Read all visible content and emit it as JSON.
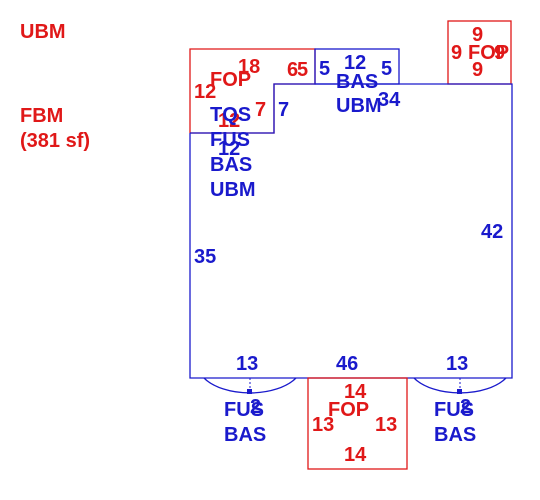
{
  "legend": {
    "ubm": "UBM",
    "fbm": "FBM",
    "fbm_area": "(381 sf)"
  },
  "main": {
    "dim_left": "35",
    "dim_right": "42",
    "dim_bottom_left": "13",
    "dim_bottom_mid": "46",
    "dim_bottom_right": "13",
    "dim_step_top": "34",
    "dim_step_left": "7",
    "codes": [
      "TQS",
      "FUS",
      "BAS",
      "UBM"
    ],
    "overlap_12": "12"
  },
  "fop_top_left": {
    "label": "FOP",
    "top": "18",
    "left": "12",
    "bottom": "12",
    "right_top": "6",
    "right_bottom": "7"
  },
  "bas_top": {
    "label1": "BAS",
    "label2": "UBM",
    "top": "12",
    "left": "5",
    "right": "5",
    "stray": "5"
  },
  "fop_top_right": {
    "label": "FOP",
    "top": "9",
    "bottom": "9",
    "left": "9",
    "right": "9"
  },
  "fop_bottom": {
    "label": "FOP",
    "top": "14",
    "bottom": "14",
    "left": "13",
    "right": "13"
  },
  "arc_left": {
    "label1": "FUS",
    "label2": "BAS",
    "num": "2"
  },
  "arc_right": {
    "label1": "FUS",
    "label2": "BAS",
    "num": "2"
  }
}
